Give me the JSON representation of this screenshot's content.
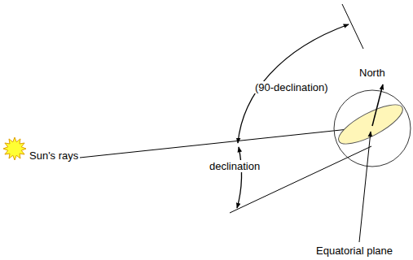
{
  "diagram": {
    "labels": [
      "North",
      "(90-declination)",
      "declination",
      "Sun's rays",
      "Equatorial plane"
    ]
  }
}
